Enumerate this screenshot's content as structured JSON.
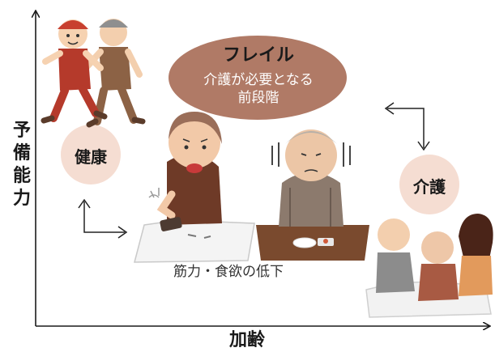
{
  "axes": {
    "y_label": "予備能力",
    "x_label": "加齢"
  },
  "frailty": {
    "title": "フレイル",
    "subtitle_line1": "介護が必要となる",
    "subtitle_line2": "前段階"
  },
  "stages": {
    "health": "健康",
    "care": "介護"
  },
  "caption": "筋力・食欲の低下",
  "colors": {
    "axis": "#1a1a1a",
    "frailty_bubble": "#b07a66",
    "stage_circle": "#f5ddd2",
    "arrow": "#222222"
  }
}
